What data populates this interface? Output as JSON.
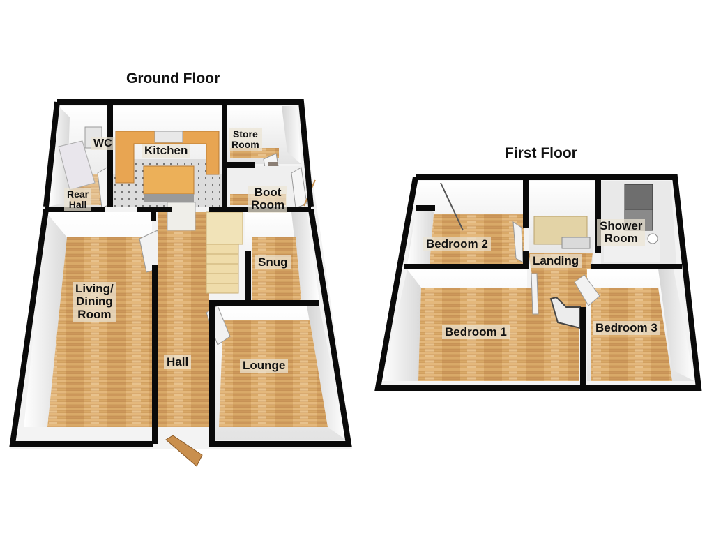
{
  "colors": {
    "wall": "#0a0a0a",
    "wall_inner": "#f2f2f2",
    "wall_shade": "#d6d6d6",
    "wood_floor": "#d9a968",
    "wood_floor_light": "#e6bd84",
    "wood_floor_dark": "#c48e4d",
    "kitchen_worktop": "#e8a552",
    "kitchen_tile": "#d7d7d7",
    "stairs": "#f1e3b8",
    "label_bg": "#ece4d4",
    "text": "#111111"
  },
  "ground_floor": {
    "title": "Ground Floor",
    "rooms": [
      {
        "id": "wc",
        "label": "WC"
      },
      {
        "id": "kitchen",
        "label": "Kitchen"
      },
      {
        "id": "store-room",
        "label": "Store Room",
        "lines": [
          "Store",
          "Room"
        ]
      },
      {
        "id": "rear-hall",
        "label": "Rear Hall",
        "lines": [
          "Rear",
          "Hall"
        ]
      },
      {
        "id": "boot-room",
        "label": "Boot Room",
        "lines": [
          "Boot",
          "Room"
        ]
      },
      {
        "id": "living-dining-room",
        "label": "Living/ Dining Room",
        "lines": [
          "Living/",
          "Dining",
          "Room"
        ]
      },
      {
        "id": "snug",
        "label": "Snug"
      },
      {
        "id": "hall",
        "label": "Hall"
      },
      {
        "id": "lounge",
        "label": "Lounge"
      }
    ]
  },
  "first_floor": {
    "title": "First Floor",
    "rooms": [
      {
        "id": "bedroom-2",
        "label": "Bedroom 2"
      },
      {
        "id": "landing",
        "label": "Landing"
      },
      {
        "id": "shower-room",
        "label": "Shower Room",
        "lines": [
          "Shower",
          "Room"
        ]
      },
      {
        "id": "bedroom-1",
        "label": "Bedroom 1"
      },
      {
        "id": "bedroom-3",
        "label": "Bedroom 3"
      }
    ]
  }
}
